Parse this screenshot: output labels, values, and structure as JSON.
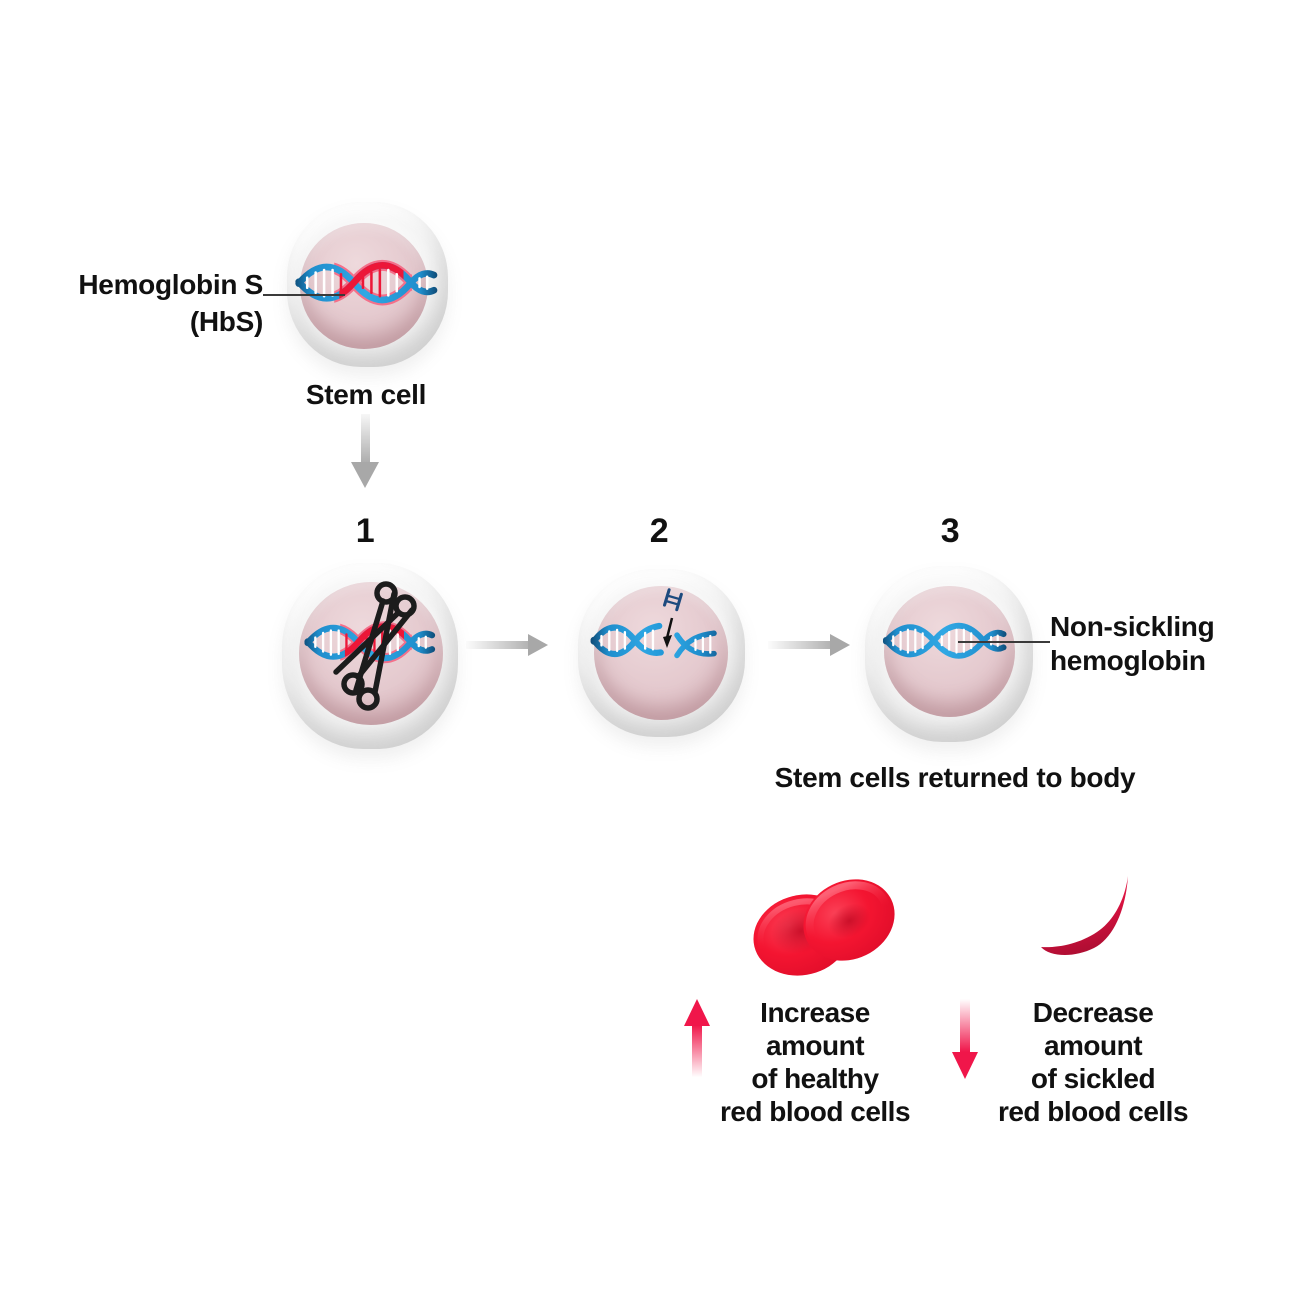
{
  "diagram": {
    "hbs_annotation": {
      "line1": "Hemoglobin S",
      "line2": "(HbS)"
    },
    "stem_cell_label": "Stem cell",
    "steps": [
      "1",
      "2",
      "3"
    ],
    "nonsickling_annotation": {
      "line1": "Non-sickling",
      "line2": "hemoglobin"
    },
    "returned_caption": "Stem cells returned to body",
    "legend": {
      "increase": [
        "Increase amount",
        "of healthy",
        "red blood cells"
      ],
      "decrease": [
        "Decrease amount",
        "of sickled",
        "red blood cells"
      ]
    },
    "icons": {
      "stem_cell": "stem-cell-blob",
      "dna": "dna-double-helix",
      "hbs_segment": "red-mutation-segment",
      "scissors": "crossed-scissors",
      "fragment": "dna-repair-fragment",
      "insertion_arrow": "black-down-arrow",
      "healthy_rbc": "healthy-red-blood-cells",
      "sickled_rbc": "sickled-red-blood-cell",
      "down_arrow": "gray-down-arrow",
      "right_arrow": "gray-right-arrow",
      "up_red_arrow": "red-up-arrow",
      "down_red_arrow": "red-down-arrow"
    },
    "colors": {
      "text": "#111111",
      "dna_blue": "#1f8ecd",
      "dna_blue_dark": "#0d456f",
      "hbs_red": "#ec1738",
      "hbs_red_halo": "#f4708a",
      "fragment_navy": "#1d4a7e",
      "scissors_black": "#1c1c1c",
      "cell_membrane": "#f1f1f1",
      "cell_cytoplasm": "#e2c6cb",
      "rbc_red": "#f41531",
      "sickle_red": "#d91240",
      "arrow_gray": "#a8a8a8",
      "arrow_red": "#f0164a"
    }
  }
}
